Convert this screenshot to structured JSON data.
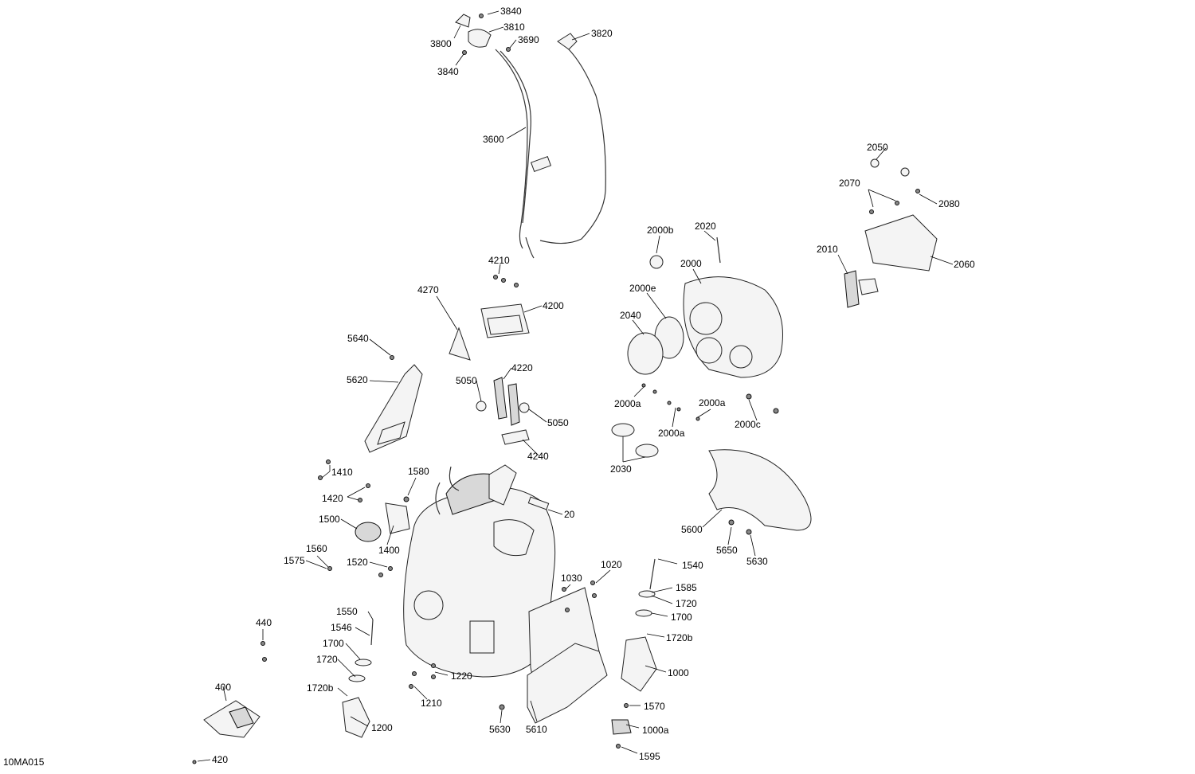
{
  "drawing_id": "10MA015",
  "callouts": [
    "3840",
    "3810",
    "3800",
    "3690",
    "3840",
    "3820",
    "3600",
    "4210",
    "4270",
    "4200",
    "5640",
    "5620",
    "5050",
    "4220",
    "5050",
    "4240",
    "2050",
    "2070",
    "2080",
    "2010",
    "2060",
    "2000b",
    "2020",
    "2000",
    "2000e",
    "2040",
    "2000a",
    "2000a",
    "2000a",
    "2000c",
    "2030",
    "5600",
    "5650",
    "5630",
    "1410",
    "1580",
    "1420",
    "1500",
    "1400",
    "20",
    "1560",
    "1575",
    "1520",
    "1030",
    "1020",
    "1540",
    "1585",
    "1720",
    "1700",
    "1720b",
    "1000",
    "440",
    "1550",
    "1546",
    "1700",
    "1720",
    "1220",
    "1720b",
    "1210",
    "400",
    "1200",
    "5630",
    "5610",
    "1570",
    "1000a",
    "420",
    "1595"
  ]
}
